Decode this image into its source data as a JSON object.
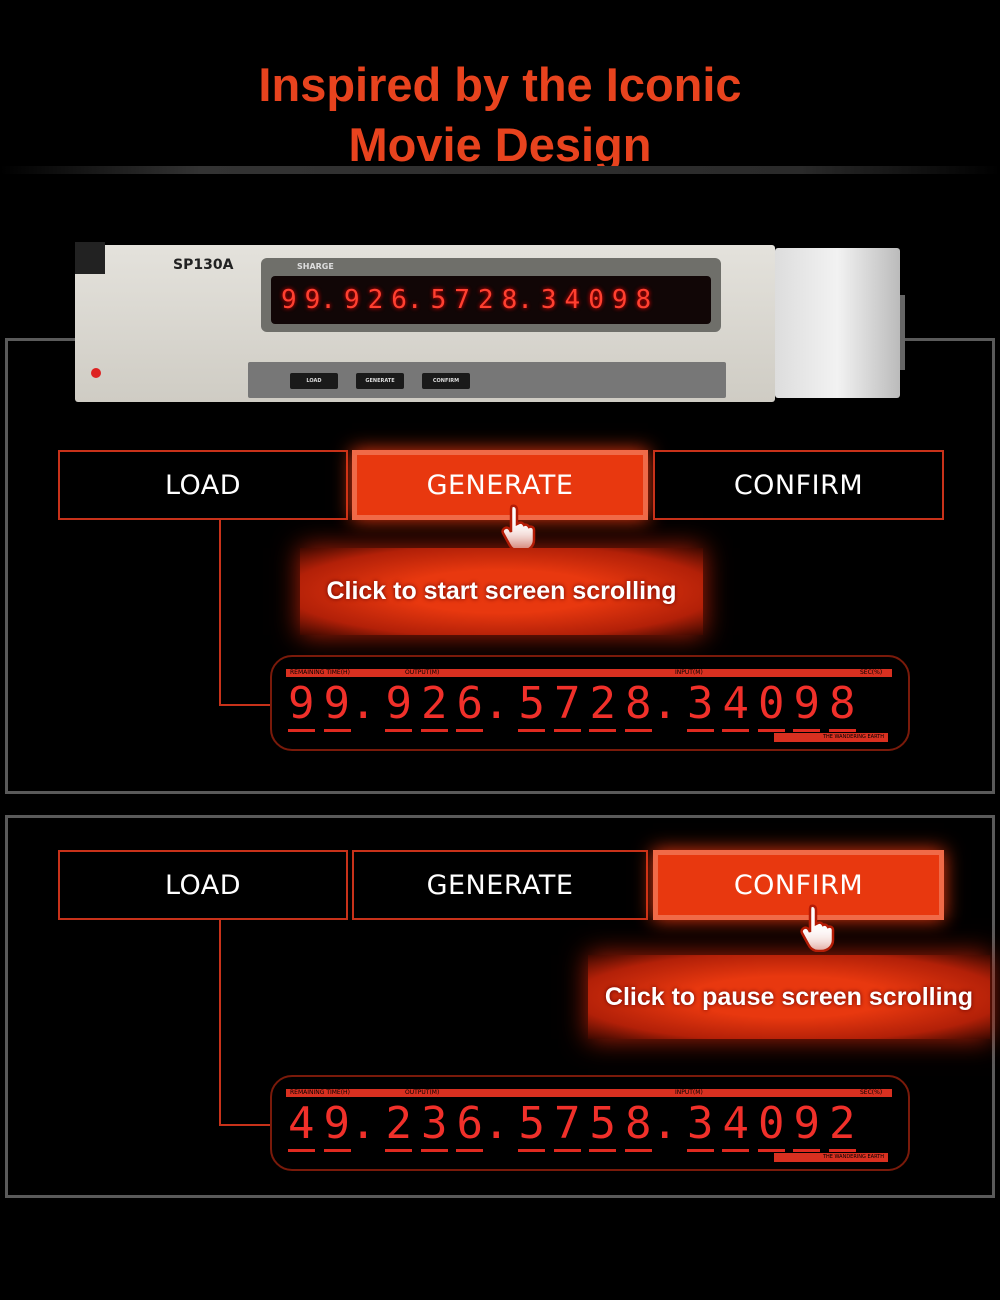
{
  "title": {
    "line1": "Inspired by the Iconic",
    "line2": "Movie Design"
  },
  "device": {
    "model": "SP130A",
    "brand": "SHARGE",
    "buttons": [
      "LOAD",
      "GENERATE",
      "CONFIRM"
    ],
    "digits": [
      "9",
      "9.",
      "9",
      "2",
      "6.",
      "5",
      "7",
      "2",
      "8.",
      "3",
      "4",
      "0",
      "9",
      "8"
    ]
  },
  "panels": [
    {
      "buttons": [
        {
          "label": "LOAD",
          "active": false
        },
        {
          "label": "GENERATE",
          "active": true
        },
        {
          "label": "CONFIRM",
          "active": false
        }
      ],
      "tooltip": "Click to start screen scrolling",
      "display": {
        "labels": [
          "REMAINING TIME(H)",
          "OUTPUT(M)",
          "INPUT(M)",
          "SEC(%)"
        ],
        "digits": [
          "9",
          "9.",
          "9",
          "2",
          "6.",
          "5",
          "7",
          "2",
          "8.",
          "3",
          "4",
          "0",
          "9",
          "8"
        ],
        "sub": "THE WANDERING EARTH"
      }
    },
    {
      "buttons": [
        {
          "label": "LOAD",
          "active": false
        },
        {
          "label": "GENERATE",
          "active": false
        },
        {
          "label": "CONFIRM",
          "active": true
        }
      ],
      "tooltip": "Click to pause screen scrolling",
      "display": {
        "labels": [
          "REMAINING TIME(H)",
          "OUTPUT(M)",
          "INPUT(M)",
          "SEC(%)"
        ],
        "digits": [
          "4",
          "9.",
          "2",
          "3",
          "6.",
          "5",
          "7",
          "5",
          "8.",
          "3",
          "4",
          "0",
          "9",
          "2"
        ],
        "sub": "THE WANDERING EARTH"
      }
    }
  ],
  "colors": {
    "accent": "#e8380f",
    "digit": "#f0302a"
  }
}
